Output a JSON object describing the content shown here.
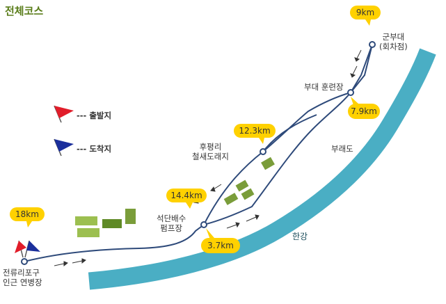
{
  "title": "전체코스",
  "legend": {
    "start": "출발지",
    "finish": "도착지",
    "dash": "---"
  },
  "places": {
    "start": "전류리포구\n인근 연병장",
    "turnaround": "군부대\n(회차점)",
    "training_ground": "부대 훈련장",
    "cheolsae": "후평리\n철새도래지",
    "pump": "석단배수\n펌프장",
    "island": "부래도",
    "river": "한강"
  },
  "distances": {
    "d18": "18km",
    "d144": "14.4km",
    "d123": "12.3km",
    "d9": "9km",
    "d79": "7.9km",
    "d37": "3.7km"
  },
  "colors": {
    "title_green": "#5a7d1a",
    "river": "#4aaec4",
    "route": "#2e4a7a",
    "bubble": "#ffd100",
    "field": "#7a9d3a",
    "field_light": "#9cbf50",
    "start_flag": "#e11d2a",
    "finish_flag": "#1b2f9c"
  }
}
